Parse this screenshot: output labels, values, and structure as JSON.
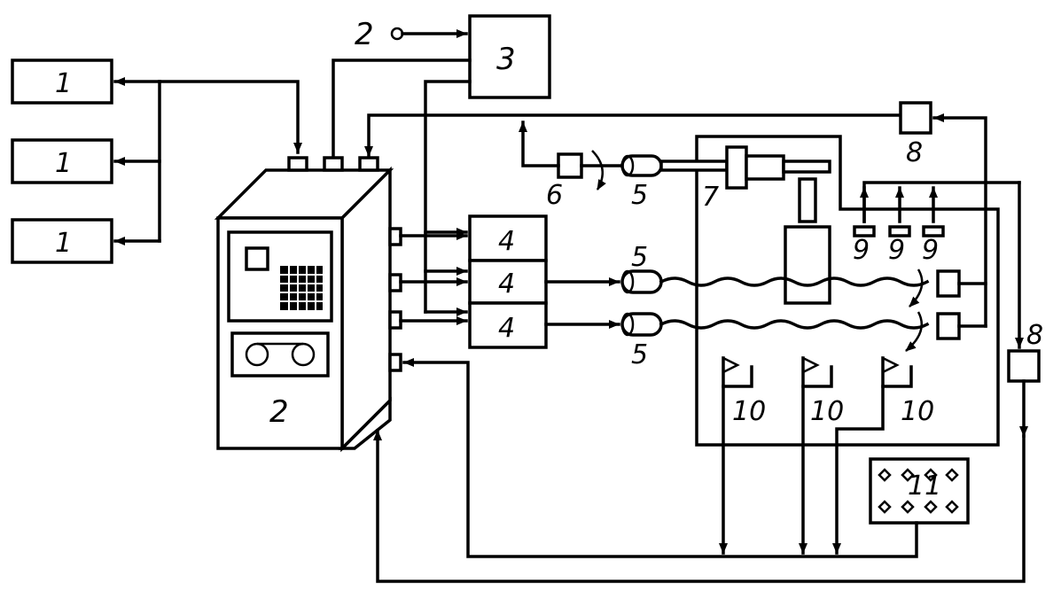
{
  "labels": {
    "block_1": "1",
    "block_2": "2",
    "input_2": "2",
    "block_3": "3",
    "block_4": "4",
    "block_5": "5",
    "block_6": "6",
    "block_7": "7",
    "block_8": "8",
    "block_9": "9",
    "block_10": "10",
    "block_11": "11"
  },
  "colors": {
    "line": "#000000",
    "background": "#ffffff"
  }
}
